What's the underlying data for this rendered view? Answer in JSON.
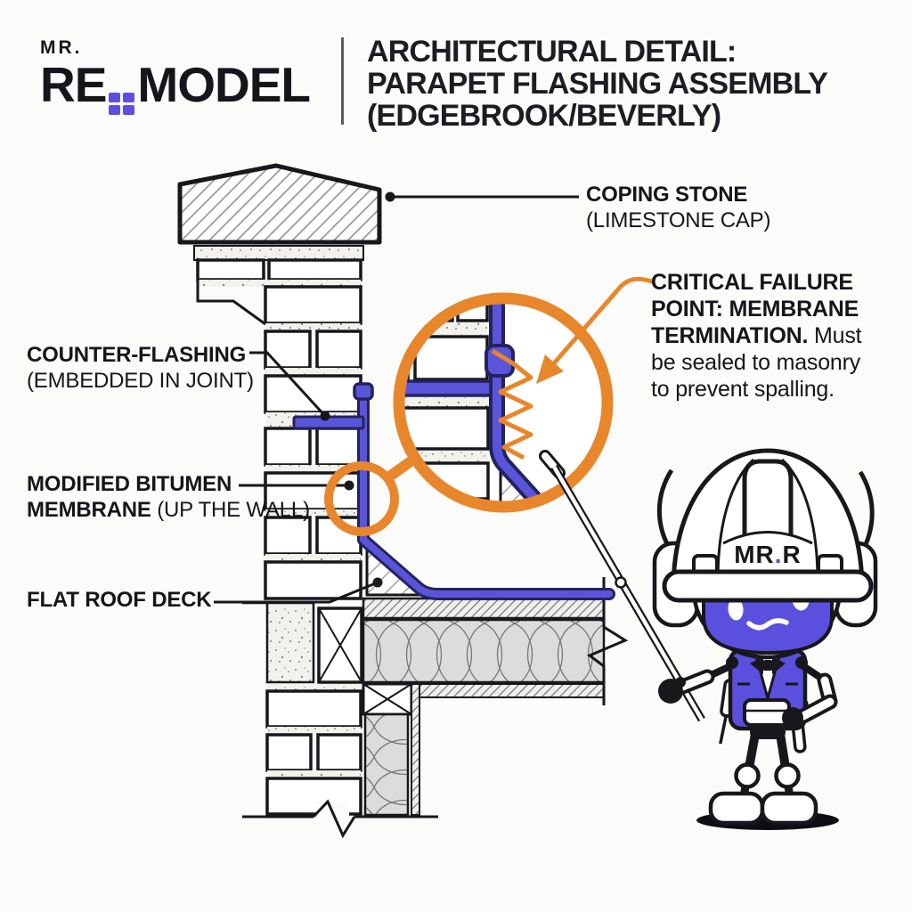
{
  "brand": {
    "prefix": "MR.",
    "name_part1": "RE",
    "name_part2": "MODEL",
    "window_color": "#5a50dd"
  },
  "header": {
    "title_line1": "ARCHITECTURAL DETAIL:",
    "title_line2": "PARAPET FLASHING ASSEMBLY",
    "title_line3": "(EDGEBROOK/BEVERLY)"
  },
  "diagram": {
    "labels": {
      "coping": {
        "bold": "COPING STONE",
        "regular": "(LIMESTONE CAP)"
      },
      "counter_flashing": {
        "bold": "COUNTER-FLASHING",
        "regular": "(EMBEDDED IN JOINT)"
      },
      "membrane": {
        "bold_line1": "MODIFIED BITUMEN",
        "bold_line2": "MEMBRANE",
        "regular_line2": "(UP THE WALL)"
      },
      "roof_deck": {
        "bold": "FLAT ROOF DECK"
      },
      "critical": {
        "bold_line1": "CRITICAL FAILURE",
        "bold_line2": "POINT: MEMBRANE",
        "bold_line3": "TERMINATION.",
        "regular_line3": "Must",
        "regular_line4": "be sealed to masonry",
        "regular_line5": "to prevent spalling."
      }
    },
    "colors": {
      "callout_orange": "#e8862c",
      "membrane_blue": "#5a55d8",
      "membrane_outline": "#232360",
      "ink": "#17171c"
    }
  },
  "robot": {
    "helmet_label_left": "MR",
    "helmet_label_dot": ".",
    "helmet_label_right": "R"
  }
}
